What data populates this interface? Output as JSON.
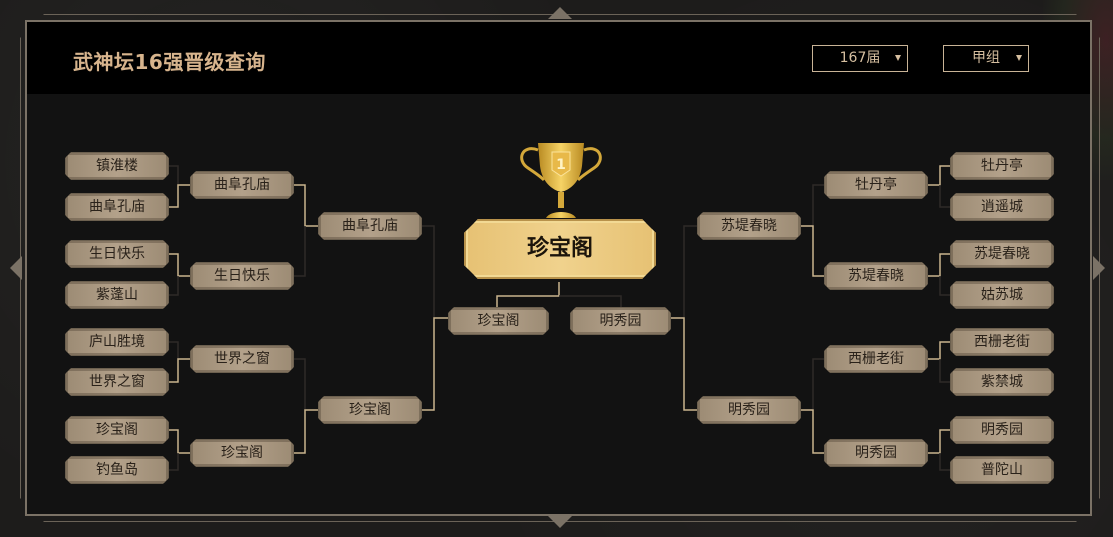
{
  "header": {
    "title": "武神坛16强晋级查询",
    "season_select": "167届",
    "group_select": "甲组"
  },
  "colors": {
    "title": "#d7b48d",
    "team_box": "#a8967f",
    "champion_box": "#ecc983",
    "winner_line": "#c9b48e",
    "loser_line": "#2e2a28",
    "panel_bg": "#121212"
  },
  "bracket": {
    "left": {
      "round16": [
        "镇淮楼",
        "曲阜孔庙",
        "生日快乐",
        "紫蓬山",
        "庐山胜境",
        "世界之窗",
        "珍宝阁",
        "钓鱼岛"
      ],
      "quarterfinal": [
        "曲阜孔庙",
        "生日快乐",
        "世界之窗",
        "珍宝阁"
      ],
      "semifinal": [
        "曲阜孔庙",
        "珍宝阁"
      ],
      "final": "珍宝阁"
    },
    "right": {
      "round16": [
        "牡丹亭",
        "逍遥城",
        "苏堤春晓",
        "姑苏城",
        "西栅老街",
        "紫禁城",
        "明秀园",
        "普陀山"
      ],
      "quarterfinal": [
        "牡丹亭",
        "苏堤春晓",
        "西栅老街",
        "明秀园"
      ],
      "semifinal": [
        "苏堤春晓",
        "明秀园"
      ],
      "final": "明秀园"
    },
    "champion": "珍宝阁",
    "trophy_rank": "1"
  }
}
